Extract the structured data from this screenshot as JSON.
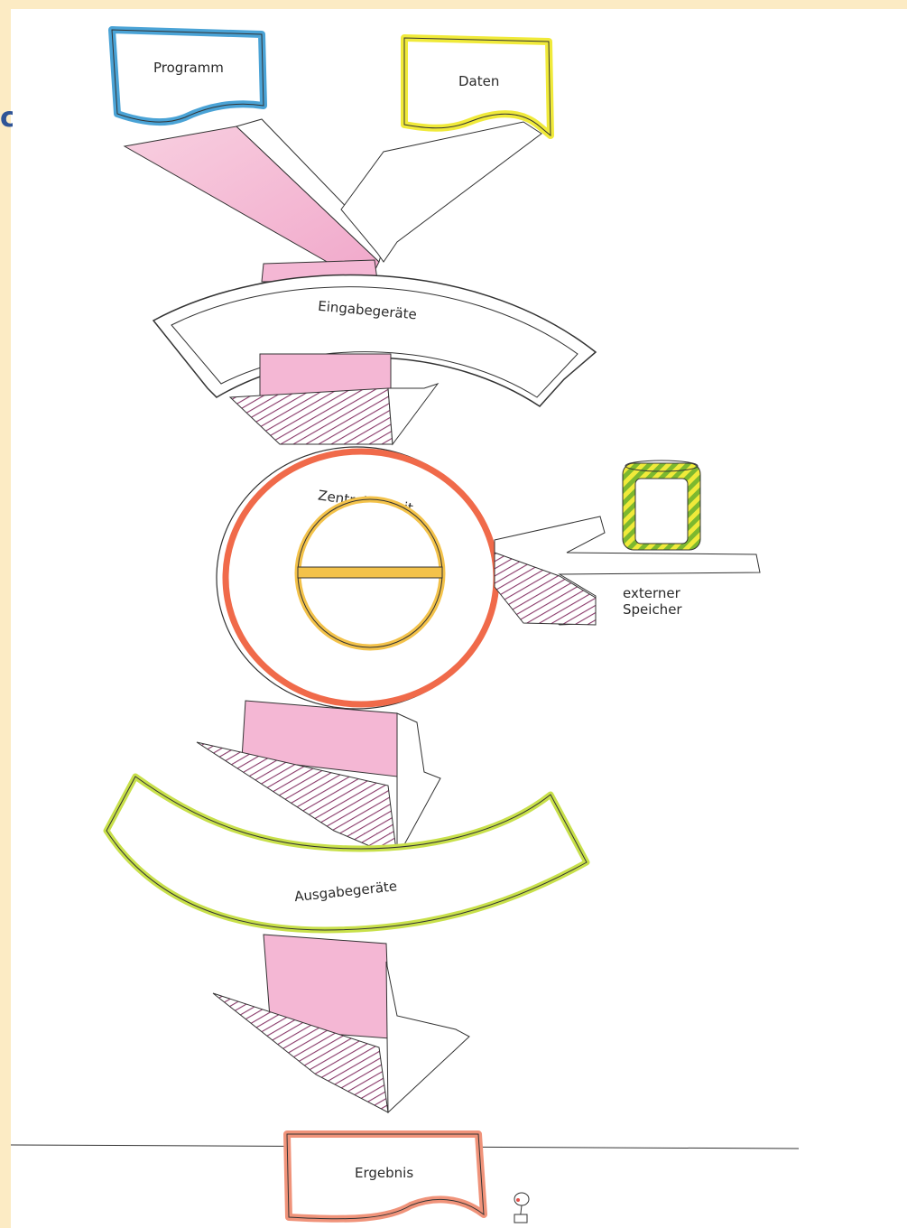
{
  "labels": {
    "program": "Programm",
    "data": "Daten",
    "input_devices": "Eingabegeräte",
    "cpu": "Zentraleinheit",
    "external_storage_line1": "externer",
    "external_storage_line2": "Speicher",
    "output_devices": "Ausgabegeräte",
    "result": "Ergebnis"
  },
  "edge_glyph": "c",
  "colors": {
    "page_bg": "#fcebc4",
    "program_border": "#4aa3d6",
    "data_border": "#f0ea3a",
    "cpu_ring": "#f06a4a",
    "cpu_core": "#f3c24a",
    "storage_stripes": "#9acd32",
    "output_band": "#c8e04a",
    "result_border": "#f0937a",
    "flow_pink": "#f4b7d4",
    "hatch": "#8a3a6a"
  }
}
